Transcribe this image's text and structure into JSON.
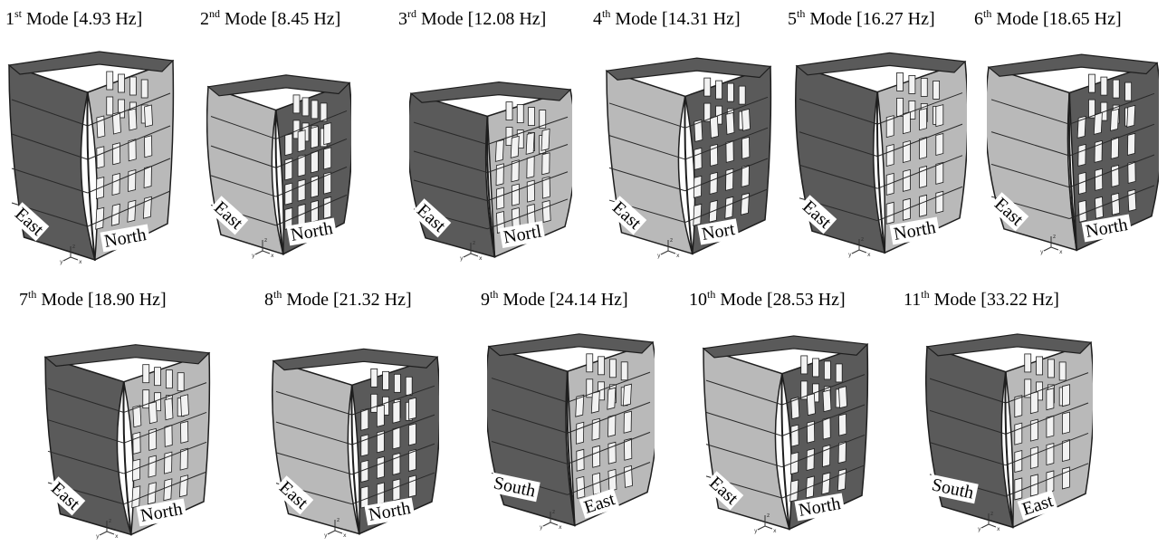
{
  "modes": [
    {
      "num": "1",
      "sfx": "st",
      "freq": "[4.93 Hz]",
      "left": "East",
      "right": "North"
    },
    {
      "num": "2",
      "sfx": "nd",
      "freq": "[8.45 Hz]",
      "left": "East",
      "right": "North"
    },
    {
      "num": "3",
      "sfx": "rd",
      "freq": "[12.08 Hz]",
      "left": "East",
      "right": "Nortl"
    },
    {
      "num": "4",
      "sfx": "th",
      "freq": "[14.31 Hz]",
      "left": "East",
      "right": "Nort"
    },
    {
      "num": "5",
      "sfx": "th",
      "freq": "[16.27 Hz]",
      "left": "East",
      "right": "North"
    },
    {
      "num": "6",
      "sfx": "th",
      "freq": "[18.65 Hz]",
      "left": "East",
      "right": "North"
    },
    {
      "num": "7",
      "sfx": "th",
      "freq": "[18.90 Hz]",
      "left": "East",
      "right": "North"
    },
    {
      "num": "8",
      "sfx": "th",
      "freq": "[21.32 Hz]",
      "left": "East",
      "right": "North"
    },
    {
      "num": "9",
      "sfx": "th",
      "freq": "[24.14 Hz]",
      "left": "South",
      "right": "East"
    },
    {
      "num": "10",
      "sfx": "th",
      "freq": "[28.53 Hz]",
      "left": "East",
      "right": "North"
    },
    {
      "num": "11",
      "sfx": "th",
      "freq": "[33.22 Hz]",
      "left": "South",
      "right": "East"
    }
  ],
  "word_mode": "Mode",
  "axis_labels": {
    "z": "z",
    "x": "x",
    "y": "y"
  },
  "colors": {
    "dark": "#5a5a5a",
    "light": "#b9b9b9",
    "edge": "#1e1e1e",
    "opening": "#f2f2f2"
  }
}
